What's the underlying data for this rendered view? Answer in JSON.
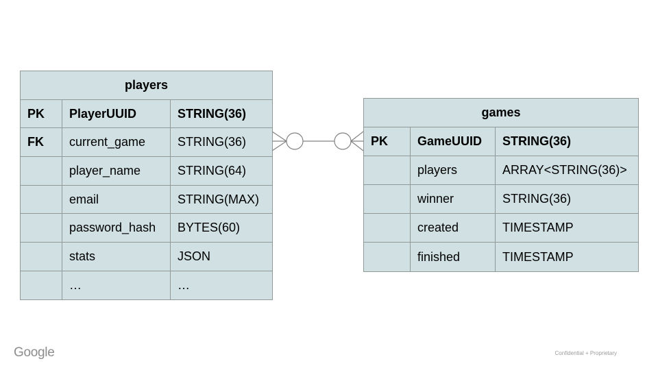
{
  "footer": {
    "logo": "Google",
    "confidential": "Confidential + Proprietary"
  },
  "diagram": {
    "tables": [
      {
        "title": "players",
        "rows": [
          {
            "key": "PK",
            "field": "PlayerUUID",
            "type": "STRING(36)",
            "bold": true
          },
          {
            "key": "FK",
            "field": "current_game",
            "type": "STRING(36)",
            "bold": false
          },
          {
            "key": "",
            "field": "player_name",
            "type": "STRING(64)",
            "bold": false
          },
          {
            "key": "",
            "field": "email",
            "type": "STRING(MAX)",
            "bold": false
          },
          {
            "key": "",
            "field": "password_hash",
            "type": "BYTES(60)",
            "bold": false
          },
          {
            "key": "",
            "field": "stats",
            "type": "JSON",
            "bold": false
          },
          {
            "key": "",
            "field": "…",
            "type": "…",
            "bold": false
          }
        ]
      },
      {
        "title": "games",
        "rows": [
          {
            "key": "PK",
            "field": "GameUUID",
            "type": "STRING(36)",
            "bold": true
          },
          {
            "key": "",
            "field": "players",
            "type": "ARRAY<STRING(36)>",
            "bold": false
          },
          {
            "key": "",
            "field": "winner",
            "type": "STRING(36)",
            "bold": false
          },
          {
            "key": "",
            "field": "created",
            "type": "TIMESTAMP",
            "bold": false
          },
          {
            "key": "",
            "field": "finished",
            "type": "TIMESTAMP",
            "bold": false
          }
        ]
      }
    ],
    "relationship": {
      "type": "many-to-many",
      "notation": "zero-or-many (circle + crow's foot) on both ends"
    },
    "colors": {
      "table_fill": "#d0e0e3",
      "table_border": "#919997",
      "connector": "#828282",
      "text": "#000000",
      "footer_gray": "#8d8d8d"
    }
  }
}
